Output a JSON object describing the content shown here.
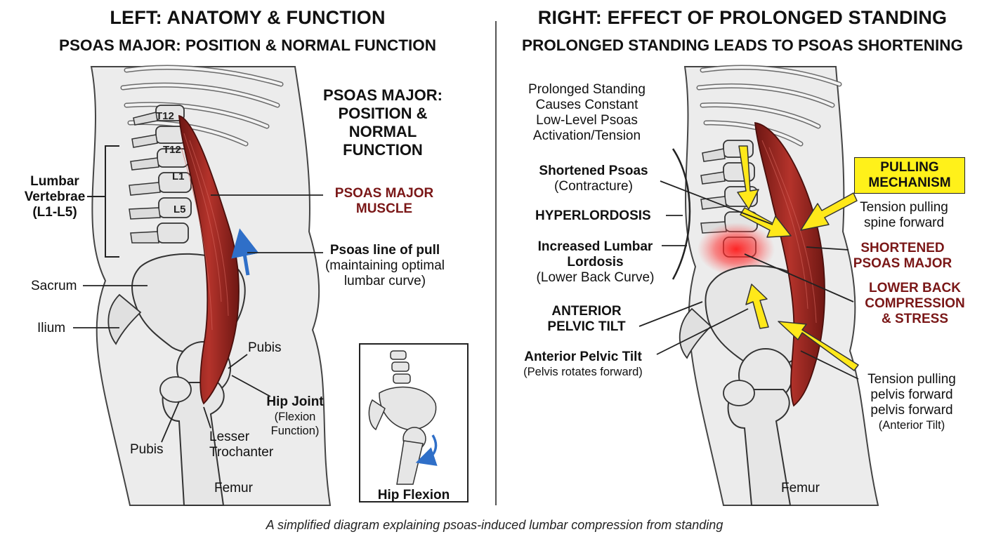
{
  "left": {
    "title": "LEFT: ANATOMY & FUNCTION",
    "subtitle": "PSOAS MAJOR: POSITION & NORMAL FUNCTION",
    "box_title_lines": [
      "PSOAS MAJOR:",
      "POSITION &",
      "NORMAL",
      "FUNCTION"
    ],
    "vertebra_tags": [
      "T12",
      "T12",
      "L1",
      "L5"
    ],
    "lumbar_label_lines": [
      "Lumbar",
      "Vertebrae",
      "(L1-L5)"
    ],
    "psoas_label_lines": [
      "PSOAS MAJOR",
      "MUSCLE"
    ],
    "pull_label": "Psoas line of pull",
    "pull_sub_lines": [
      "(maintaining optimal",
      "lumbar curve)"
    ],
    "sacrum": "Sacrum",
    "ilium": "Ilium",
    "pubis_top": "Pubis",
    "hip_joint": "Hip Joint",
    "hip_joint_sub_lines": [
      "(Flexion",
      "Function)"
    ],
    "pubis_bottom": "Pubis",
    "lesser_troch_lines": [
      "Lesser",
      "Trochanter"
    ],
    "femur": "Femur",
    "inset_label": "Hip Flexion"
  },
  "right": {
    "title": "RIGHT: EFFECT OF PROLONGED STANDING",
    "subtitle": "PROLONGED STANDING LEADS TO PSOAS SHORTENING",
    "intro_lines": [
      "Prolonged Standing",
      "Causes Constant",
      "Low-Level Psoas",
      "Activation/Tension"
    ],
    "shortened": "Shortened Psoas",
    "shortened_sub": "(Contracture)",
    "hyperlordosis": "HYPERLORDOSIS",
    "increased_lines": [
      "Increased Lumbar",
      "Lordosis"
    ],
    "increased_sub": "(Lower Back Curve)",
    "apt_caps_lines": [
      "ANTERIOR",
      "PELVIC TILT"
    ],
    "apt": "Anterior Pelvic Tilt",
    "apt_sub": "(Pelvis rotates forward)",
    "pulling_lines": [
      "PULLING",
      "MECHANISM"
    ],
    "tension_spine_lines": [
      "Tension pulling",
      "spine forward"
    ],
    "shortened_major_lines": [
      "SHORTENED",
      "PSOAS MAJOR"
    ],
    "compression_lines": [
      "LOWER BACK",
      "COMPRESSION",
      "& STRESS"
    ],
    "tension_pelvis_lines": [
      "Tension pulling",
      "pelvis forward",
      "pelvis forward"
    ],
    "tension_pelvis_sub": "(Anterior Tilt)",
    "femur": "Femur"
  },
  "caption": "A simplified diagram explaining psoas-induced lumbar compression from standing",
  "colors": {
    "muscle": "#9b2a24",
    "muscle_dark": "#6e1713",
    "bone": "#e9e9e9",
    "bone_edge": "#333333",
    "red_text": "#7a1717",
    "yellow": "#fff11a",
    "blue_arrow": "#2f6fc8"
  }
}
